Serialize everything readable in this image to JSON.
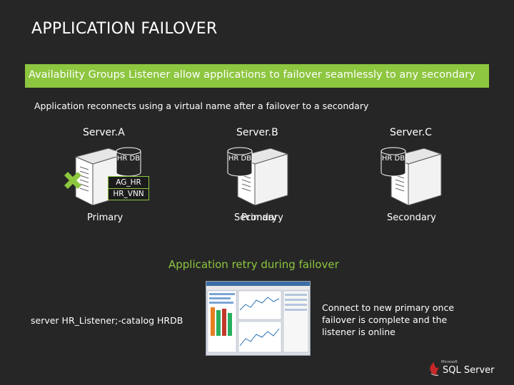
{
  "slide": {
    "title": "APPLICATION FAILOVER",
    "banner": "Availability Groups Listener allow applications to failover seamlessly to any secondary",
    "bullet": "Application reconnects using a virtual name after a failover to a secondary",
    "accent_color": "#8dc63f",
    "background_color": "#262626"
  },
  "servers": [
    {
      "name": "Server.A",
      "db_label": "HR DB",
      "role": "Primary"
    },
    {
      "name": "Server.B",
      "db_label": "HR DB",
      "role_overlap_1": "Secondary",
      "role_overlap_2": "Primary"
    },
    {
      "name": "Server.C",
      "db_label": "HR DB",
      "role": "Secondary"
    }
  ],
  "availability_group": {
    "name": "AG_HR",
    "listener": "HR_VNN"
  },
  "failure_icon": "green-x-icon",
  "retry": {
    "heading": "Application retry during failover",
    "connection_string": "server HR_Listener;-catalog HRDB",
    "note": "Connect to new primary once failover is complete and the listener is online"
  },
  "logo": {
    "brand": "Microsoft",
    "product": "SQL Server"
  }
}
